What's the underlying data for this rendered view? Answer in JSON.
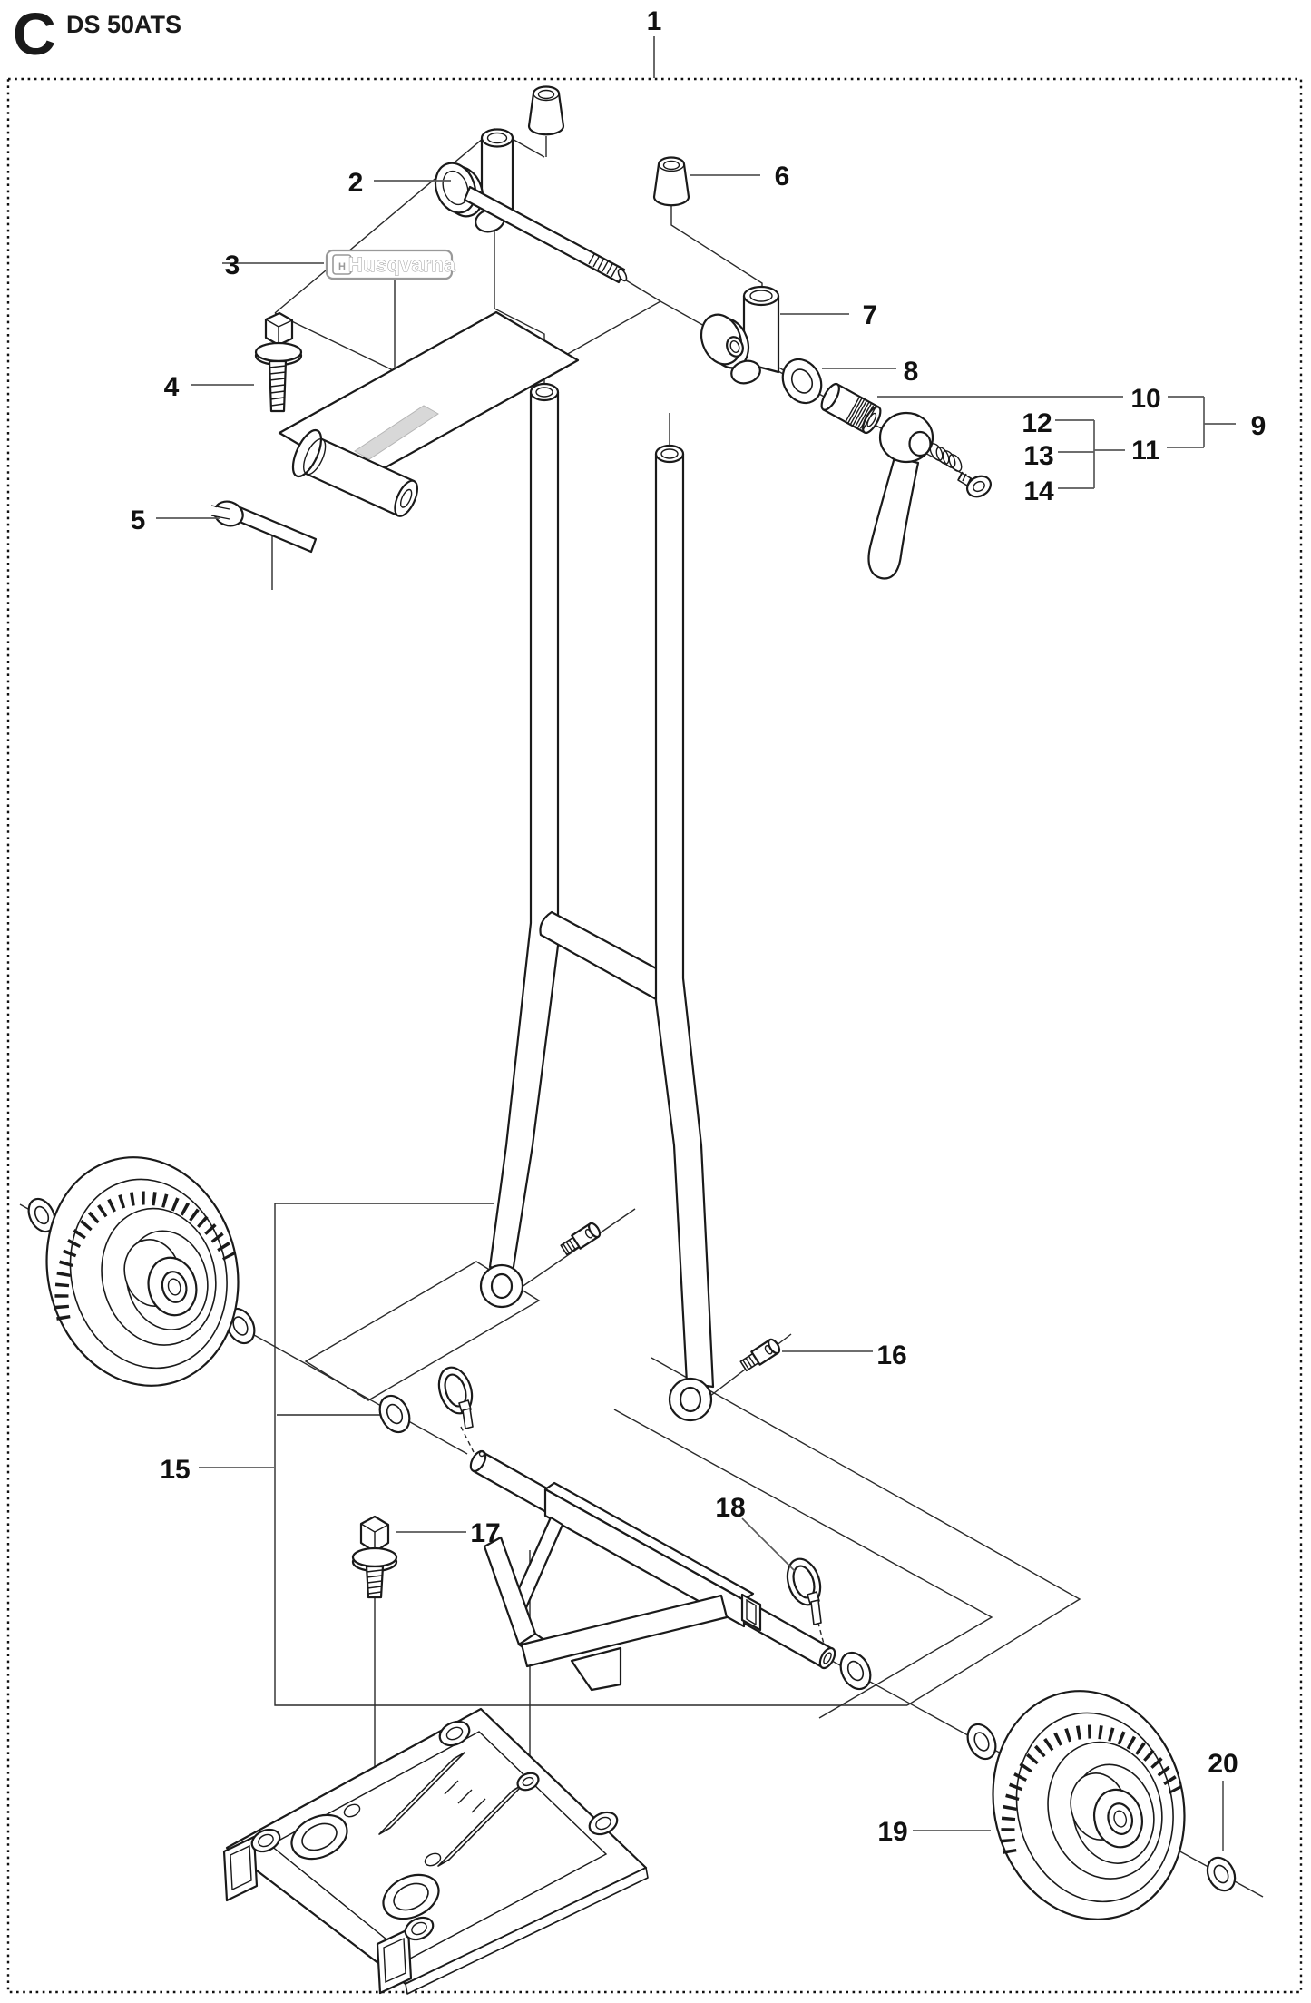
{
  "header": {
    "page_letter": "C",
    "model": "DS 50ATS"
  },
  "figure": {
    "brand_label": "Husqvarna"
  },
  "callouts": [
    "1",
    "2",
    "3",
    "4",
    "5",
    "6",
    "7",
    "8",
    "9",
    "10",
    "11",
    "12",
    "13",
    "14",
    "15",
    "16",
    "17",
    "18",
    "19",
    "20"
  ]
}
